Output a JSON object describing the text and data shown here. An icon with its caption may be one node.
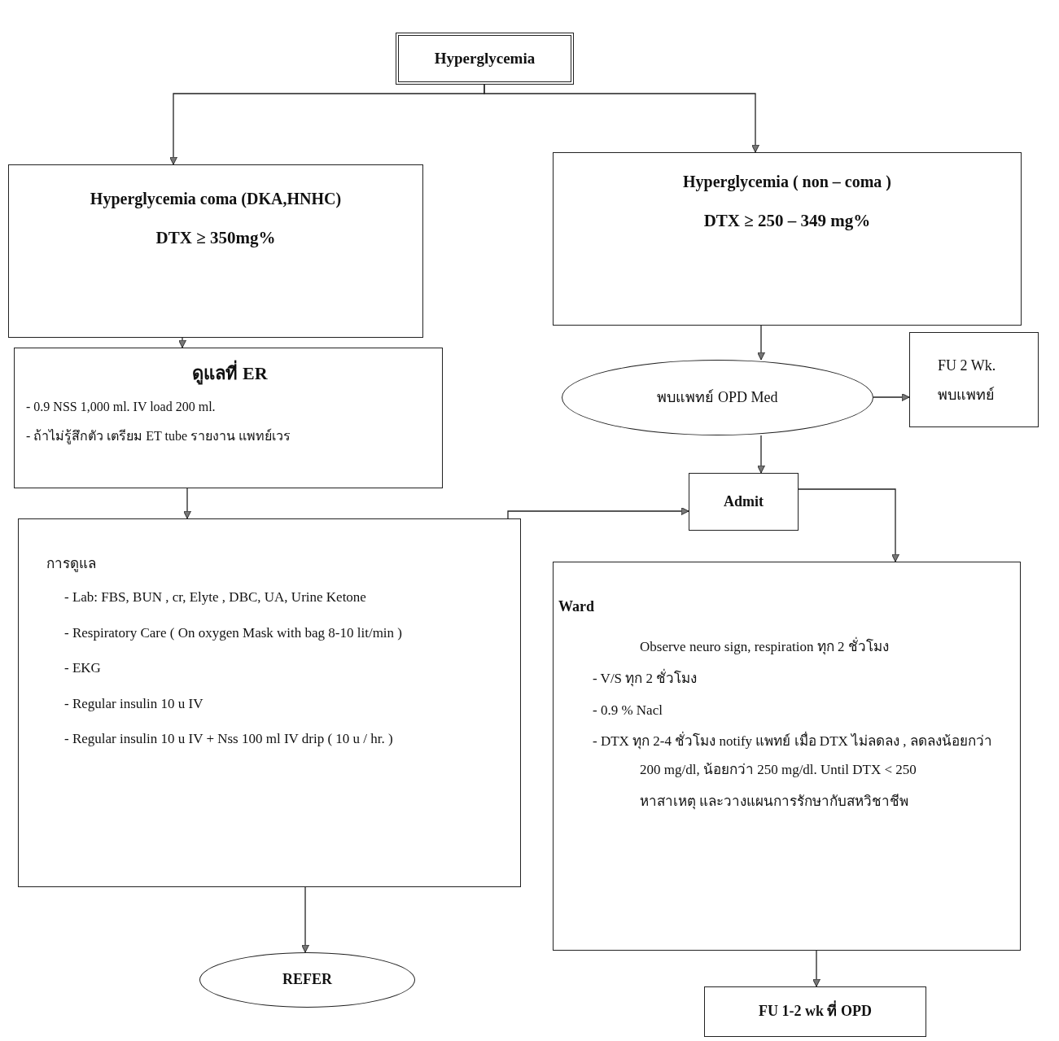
{
  "diagram": {
    "nodes": [
      {
        "text": [
          "Hyperglycemia"
        ]
      },
      {
        "text": [
          "Hyperglycemia coma (DKA,HNHC)",
          "DTX ≥ 350mg%"
        ]
      },
      {
        "text": [
          "Hyperglycemia ( non – coma )",
          "DTX ≥ 250 – 349 mg%"
        ]
      },
      {
        "text": [
          "ดูแลที่ ER",
          "- 0.9 NSS 1,000 ml.  IV load 200 ml.",
          "- ถ้าไม่รู้สึกตัว เตรียม ET tube รายงาน แพทย์เวร"
        ]
      },
      {
        "text": [
          "พบแพทย์ OPD Med"
        ]
      },
      {
        "text": [
          "FU 2 Wk. พบแพทย์"
        ]
      },
      {
        "text": [
          "Admit"
        ]
      },
      {
        "text": [
          "การดูแล",
          "- Lab: FBS, BUN , cr, Elyte , DBC, UA, Urine Ketone",
          "- Respiratory Care ( On oxygen Mask with bag 8-10 lit/min )",
          "- EKG",
          "- Regular insulin 10 u IV",
          "- Regular insulin 10 u IV + Nss 100 ml IV drip ( 10 u / hr. )"
        ]
      },
      {
        "text": [
          "Ward",
          "Observe neuro sign, respiration ทุก 2 ชั่วโมง",
          "- V/S ทุก 2 ชั่วโมง",
          "- 0.9 % Nacl",
          "- DTX ทุก 2-4 ชั่วโมง  notify แพทย์ เมื่อ DTX ไม่ลดลง , ลดลงน้อยกว่า 200 mg/dl, น้อยกว่า 250 mg/dl.  Until DTX < 250",
          "หาสาเหตุ และวางแผนการรักษากับสหวิชาชีพ"
        ]
      },
      {
        "text": [
          "REFER"
        ]
      },
      {
        "text": [
          "FU 1-2 wk ที่ OPD"
        ]
      }
    ],
    "edges": [
      {
        "from": 0,
        "to": 1,
        "arrow": "to"
      },
      {
        "from": 0,
        "to": 2,
        "arrow": "to"
      },
      {
        "from": 1,
        "to": 3,
        "arrow": "to"
      },
      {
        "from": 3,
        "to": 7,
        "arrow": "to"
      },
      {
        "from": 7,
        "to": 6,
        "arrow": "to"
      },
      {
        "from": 2,
        "to": 4,
        "arrow": "to"
      },
      {
        "from": 4,
        "to": 5,
        "arrow": "to"
      },
      {
        "from": 4,
        "to": 6,
        "arrow": "to"
      },
      {
        "from": 6,
        "to": 8,
        "arrow": "to"
      },
      {
        "from": 7,
        "to": 9,
        "arrow": "to"
      },
      {
        "from": 8,
        "to": 10,
        "arrow": "to"
      }
    ]
  }
}
